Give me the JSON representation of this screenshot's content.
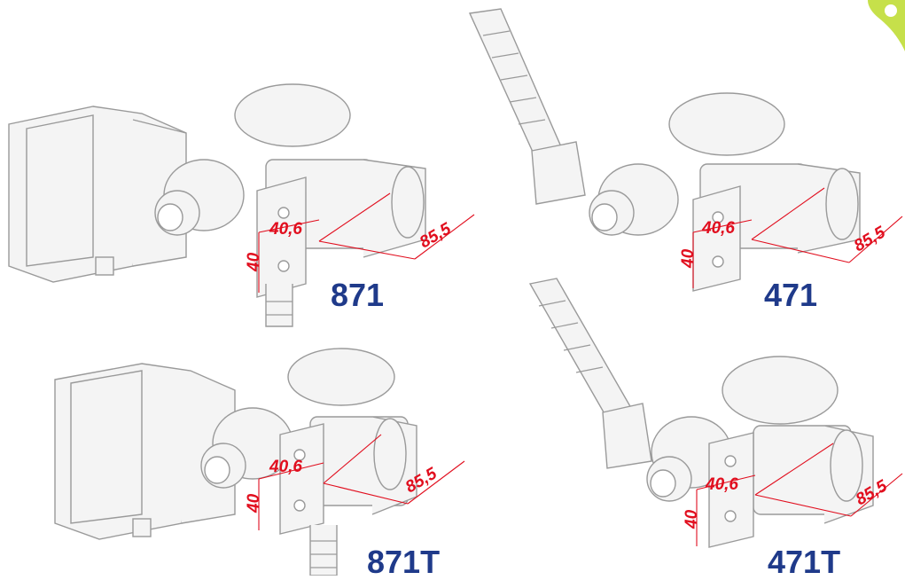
{
  "colors": {
    "title": "#1f3a8a",
    "dimension": "#e10e1e",
    "outline": "#9a9a9a",
    "body_fill": "#f4f4f4",
    "accent": "#c6e04a"
  },
  "icon": "yellow-green-leaf-logo",
  "panels": [
    {
      "title": "871",
      "dims": {
        "a": "40,6",
        "b": "40",
        "c": "85,5"
      },
      "variant": "motor"
    },
    {
      "title": "471",
      "dims": {
        "a": "40,6",
        "b": "40",
        "c": "85,5"
      },
      "variant": "handle"
    },
    {
      "title": "871T",
      "dims": {
        "a": "40,6",
        "b": "40",
        "c": "85,5"
      },
      "variant": "motor"
    },
    {
      "title": "471T",
      "dims": {
        "a": "40,6",
        "b": "40",
        "c": "85,5"
      },
      "variant": "handle"
    }
  ]
}
